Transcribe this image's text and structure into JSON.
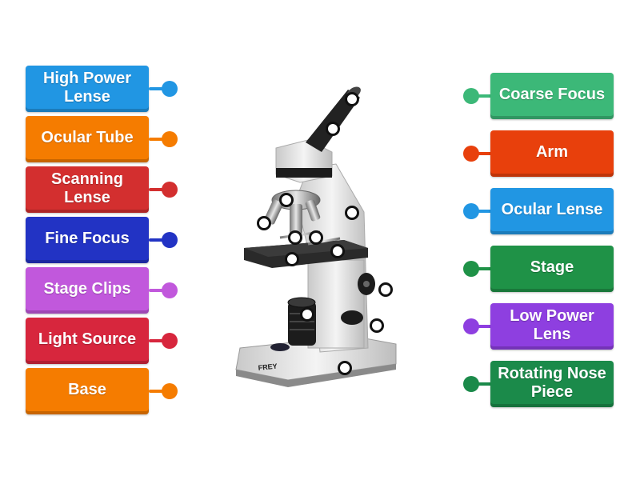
{
  "left_labels": [
    {
      "text": "High Power Lense",
      "color": "#2196e3"
    },
    {
      "text": "Ocular Tube",
      "color": "#f57c00"
    },
    {
      "text": "Scanning Lense",
      "color": "#d32f2f"
    },
    {
      "text": "Fine Focus",
      "color": "#2233c4"
    },
    {
      "text": "Stage Clips",
      "color": "#c158dc"
    },
    {
      "text": "Light Source",
      "color": "#d7263d"
    },
    {
      "text": "Base",
      "color": "#f57c00"
    }
  ],
  "right_labels": [
    {
      "text": "Coarse Focus",
      "color": "#3cb878"
    },
    {
      "text": "Arm",
      "color": "#e8400c"
    },
    {
      "text": "Ocular Lense",
      "color": "#2196e3"
    },
    {
      "text": "Stage",
      "color": "#1f9247"
    },
    {
      "text": "Low Power Lens",
      "color": "#8e3fe0"
    },
    {
      "text": "Rotating Nose Piece",
      "color": "#1b8a4a"
    }
  ],
  "microscope": {
    "brand": "FREY",
    "hotspot_count": 13
  }
}
